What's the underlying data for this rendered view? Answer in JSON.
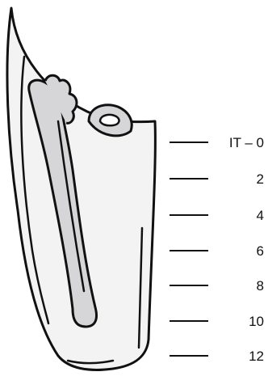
{
  "scale": {
    "labels": [
      "IT – 0",
      "2",
      "4",
      "6",
      "8",
      "10",
      "12"
    ]
  },
  "colors": {
    "outline": "#111111",
    "socket_fill": "#f3f3f4",
    "bone_fill": "#d6d6d8",
    "background": "#ffffff"
  }
}
